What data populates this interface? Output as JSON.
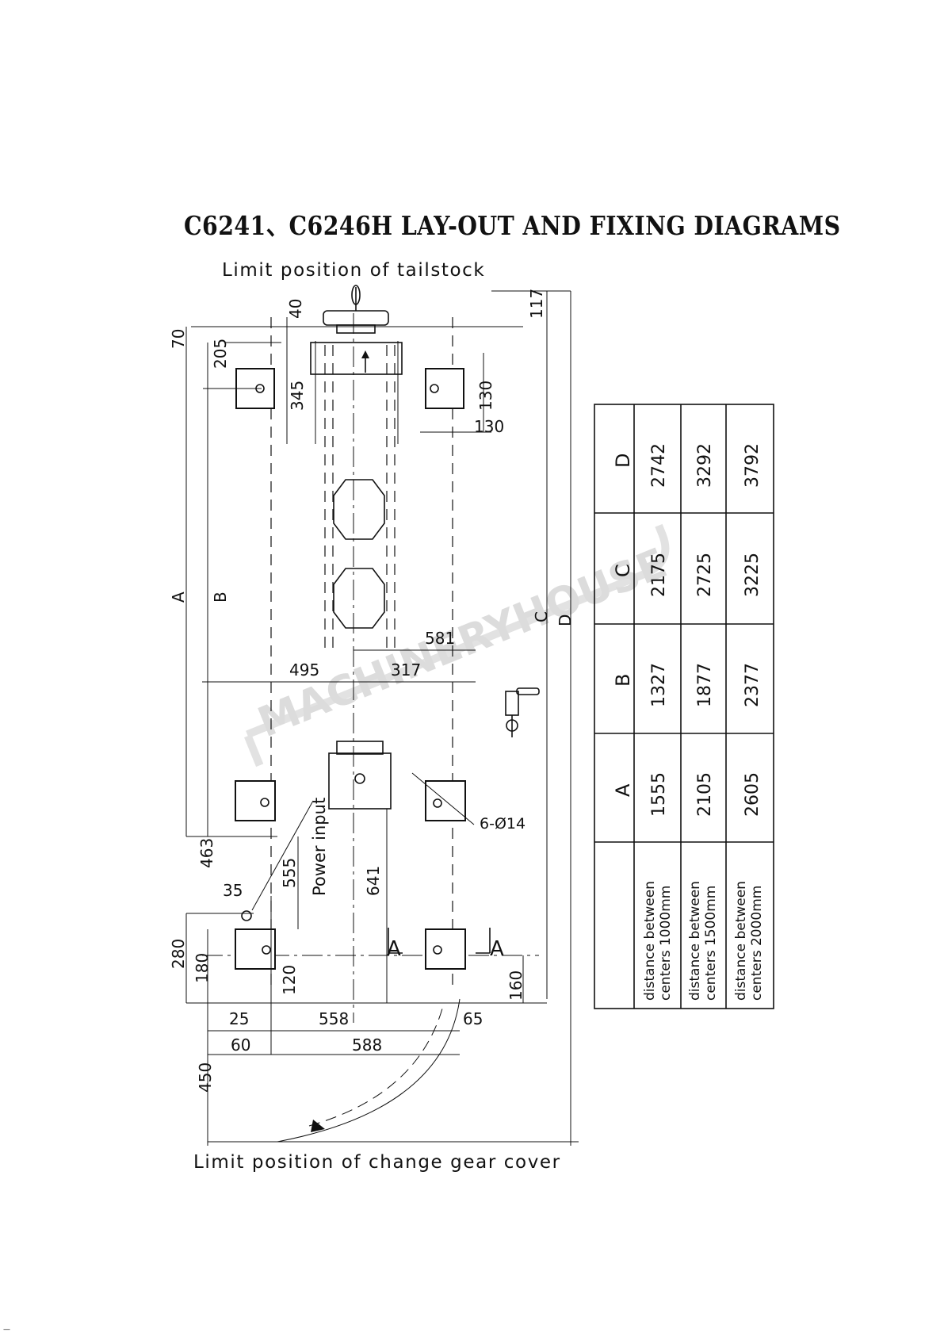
{
  "page": {
    "title": "C6241、C6246H LAY-OUT AND FIXING DIAGRAMS",
    "watermark": "MACHINERYHOUSE",
    "footer_mark": "—"
  },
  "labels": {
    "tailstock_limit": "Limit position of tailstock",
    "change_gear_limit": "Limit position of change gear cover",
    "power_input": "Power input",
    "bolt_holes": "6-Ø14",
    "section_left": "A",
    "section_right": "A"
  },
  "dimensions": {
    "d40": "40",
    "d70": "70",
    "d117": "117",
    "d205": "205",
    "d345": "345",
    "d130a": "130",
    "d130b": "130",
    "dA": "A",
    "dB": "B",
    "dC": "C",
    "dD": "D",
    "d581": "581",
    "d495": "495",
    "d317": "317",
    "d463": "463",
    "d35": "35",
    "d555": "555",
    "d641": "641",
    "d280": "280",
    "d180": "180",
    "d120": "120",
    "d160": "160",
    "d25": "25",
    "d558": "558",
    "d65": "65",
    "d60": "60",
    "d588": "588",
    "d450": "450"
  },
  "table": {
    "header": [
      "A",
      "B",
      "C",
      "D"
    ],
    "rows": [
      {
        "label_l1": "distance between",
        "label_l2": "centers 1000mm",
        "values": [
          "1555",
          "1327",
          "2175",
          "2742"
        ]
      },
      {
        "label_l1": "distance between",
        "label_l2": "centers 1500mm",
        "values": [
          "2105",
          "1877",
          "2725",
          "3292"
        ]
      },
      {
        "label_l1": "distance between",
        "label_l2": "centers 2000mm",
        "values": [
          "2605",
          "2377",
          "3225",
          "3792"
        ]
      }
    ]
  }
}
